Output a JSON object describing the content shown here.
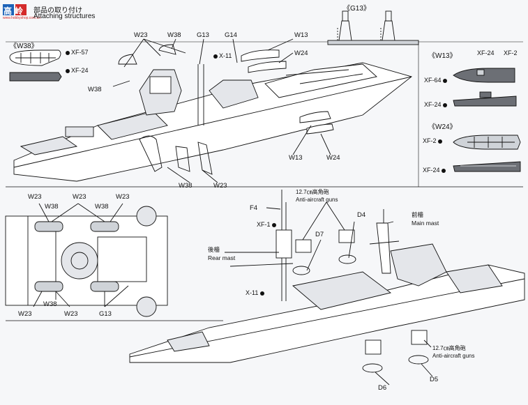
{
  "header": {
    "logo_text": "高岭",
    "logo_sub": "www.hobbyshop.com.cn",
    "title_jp": "部品の取り付け",
    "title_en": "Attaching structures"
  },
  "sections": {
    "g13": "《G13》",
    "w38": "《W38》",
    "w13": "《W13》",
    "w24": "《W24》"
  },
  "part_codes": {
    "xf57": "XF-57",
    "xf24": "XF-24",
    "xf64": "XF-64",
    "xf2": "XF-2",
    "xf1": "XF-1",
    "x11": "X-11"
  },
  "callouts": {
    "w23": "W23",
    "w38": "W38",
    "g13": "G13",
    "g14": "G14",
    "w13": "W13",
    "w24": "W24",
    "f4": "F4",
    "d4": "D4",
    "d5": "D5",
    "d6": "D6",
    "d7": "D7"
  },
  "captions": {
    "aa_jp": "12.7㎝高角砲",
    "aa_en": "Anti-aircraft guns",
    "main_mast_jp": "前檣",
    "main_mast_en": "Main mast",
    "rear_mast_jp": "後檣",
    "rear_mast_en": "Rear mast"
  },
  "colors": {
    "paper": "#f6f7f9",
    "ink": "#111111",
    "logo_blue": "#1d63b8",
    "logo_red": "#d42a2a",
    "hull_grey": "#6c6f75",
    "boat_light": "#cfd3d8"
  }
}
